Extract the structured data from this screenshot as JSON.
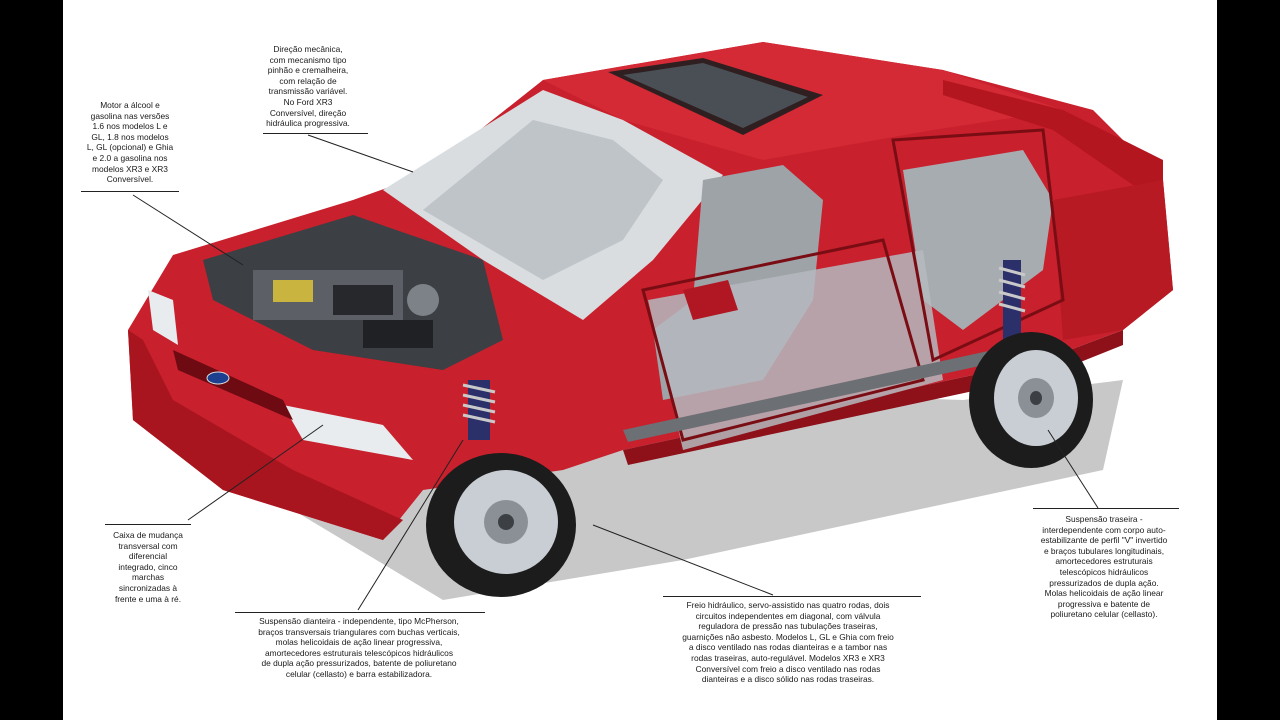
{
  "callouts": {
    "steering": {
      "lines": [
        "Direção mecânica,",
        "com mecanismo tipo",
        "pinhão e cremalheira,",
        "com relação de",
        "transmissão variável.",
        "No Ford XR3",
        "Conversível, direção",
        "hidráulica progressiva."
      ]
    },
    "engine": {
      "lines": [
        "Motor a álcool e",
        "gasolina nas versões",
        "1.6 nos modelos L e",
        "GL, 1.8 nos modelos",
        "L, GL (opcional) e Ghia",
        "e 2.0 a gasolina nos",
        "modelos XR3 e XR3",
        "Conversível."
      ]
    },
    "gearbox": {
      "lines": [
        "Caixa de mudança",
        "transversal com",
        "diferencial",
        "integrado, cinco",
        "marchas",
        "sincronizadas à",
        "frente e uma à ré."
      ]
    },
    "front_suspension": {
      "lines": [
        "Suspensão dianteira - independente, tipo McPherson,",
        "braços transversais triangulares com buchas verticais,",
        "molas helicoidais de ação linear progressiva,",
        "amortecedores estruturais telescópicos hidráulicos",
        "de dupla ação pressurizados, batente de poliuretano",
        "celular (cellasto) e barra estabilizadora."
      ]
    },
    "brakes": {
      "lines": [
        "Freio hidráulico, servo-assistido nas quatro rodas, dois",
        "circuitos independentes em diagonal, com válvula",
        "reguladora de pressão nas tubulações traseiras,",
        "guarnições não asbesto. Modelos L, GL e Ghia com freio",
        "a disco ventilado nas rodas dianteiras e a tambor nas",
        "rodas traseiras, auto-regulável. Modelos XR3 e XR3",
        "Conversível com freio a disco ventilado nas rodas",
        "dianteiras e a disco sólido nas rodas traseiras."
      ]
    },
    "rear_suspension": {
      "lines": [
        "Suspensão traseira -",
        "interdependente com corpo auto-",
        "estabilizante de perfil \"V\" invertido",
        "e braços tubulares longitudinais,",
        "amortecedores estruturais",
        "telescópicos hidráulicos",
        "pressurizados de dupla ação.",
        "Molas helicoidais de ação linear",
        "progressiva e batente de",
        "poliuretano celular (cellasto)."
      ]
    }
  },
  "colors": {
    "body_red": "#c8202c",
    "body_dark": "#8e1019",
    "interior_gray": "#9ea3a8",
    "glass": "#d9dde0",
    "tire": "#1c1c1c",
    "rim": "#c9ced4"
  },
  "icons": [
    "ford-logo-icon"
  ]
}
